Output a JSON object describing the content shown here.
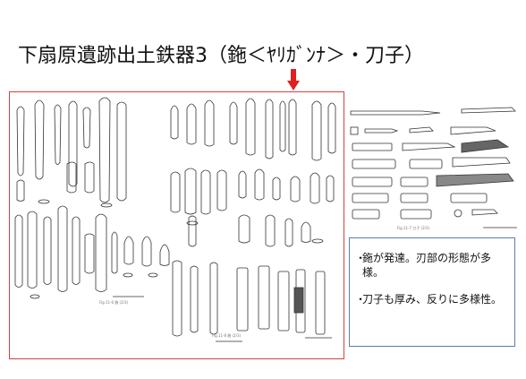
{
  "slide": {
    "title": "下扇原遺跡出土鉄器3（鉇＜ﾔﾘｶﾞﾝﾅ＞・刀子）",
    "arrow_color": "#e02020",
    "frame_color": "#d44040",
    "note_border_color": "#5a7eaa"
  },
  "figures": {
    "left_caption_1": "Fig.11-6 鉇 (2/3)",
    "left_caption_2": "Fig.11-8 鉇 (2/3)",
    "right_caption": "Fig.11-7 刀子 (2/3)"
  },
  "notes": [
    {
      "bullet": "・",
      "text": "鉇が発達。刃部の形態が多様。"
    },
    {
      "bullet": "・",
      "text": "刀子も厚み、反りに多様性。"
    }
  ]
}
